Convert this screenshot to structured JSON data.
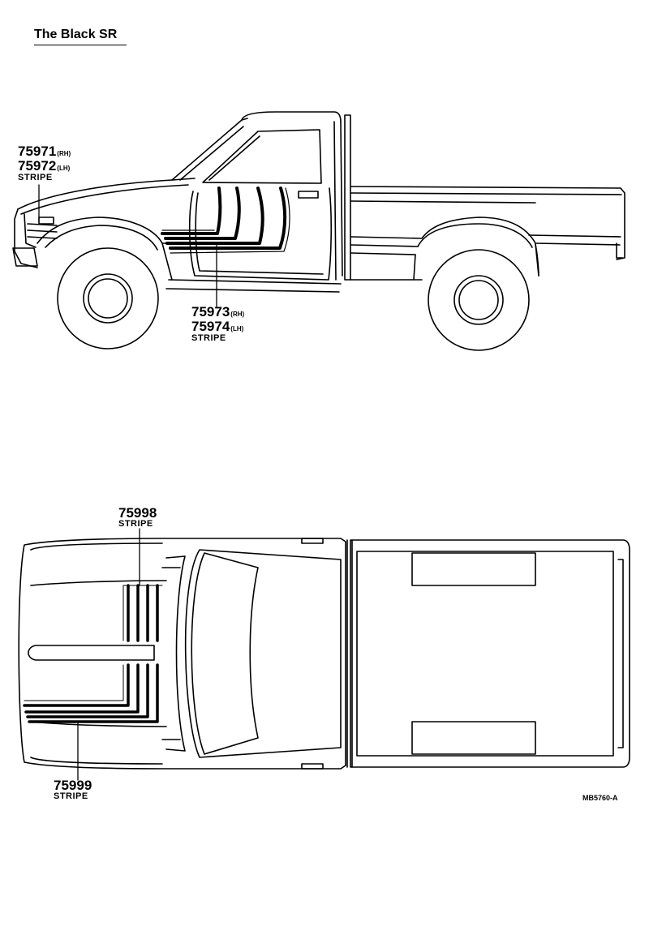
{
  "title": "The Black SR",
  "reference_code": "MB5760-A",
  "callouts": {
    "hood_stripe": {
      "rh_part": "75971",
      "rh_side": "(RH)",
      "lh_part": "75972",
      "lh_side": "(LH)",
      "caption": "STRIPE"
    },
    "door_stripe": {
      "rh_part": "75973",
      "rh_side": "(RH)",
      "lh_part": "75974",
      "lh_side": "(LH)",
      "caption": "STRIPE"
    },
    "top_stripe_upper": {
      "part": "75998",
      "caption": "STRIPE"
    },
    "top_stripe_lower": {
      "part": "75999",
      "caption": "STRIPE"
    }
  }
}
